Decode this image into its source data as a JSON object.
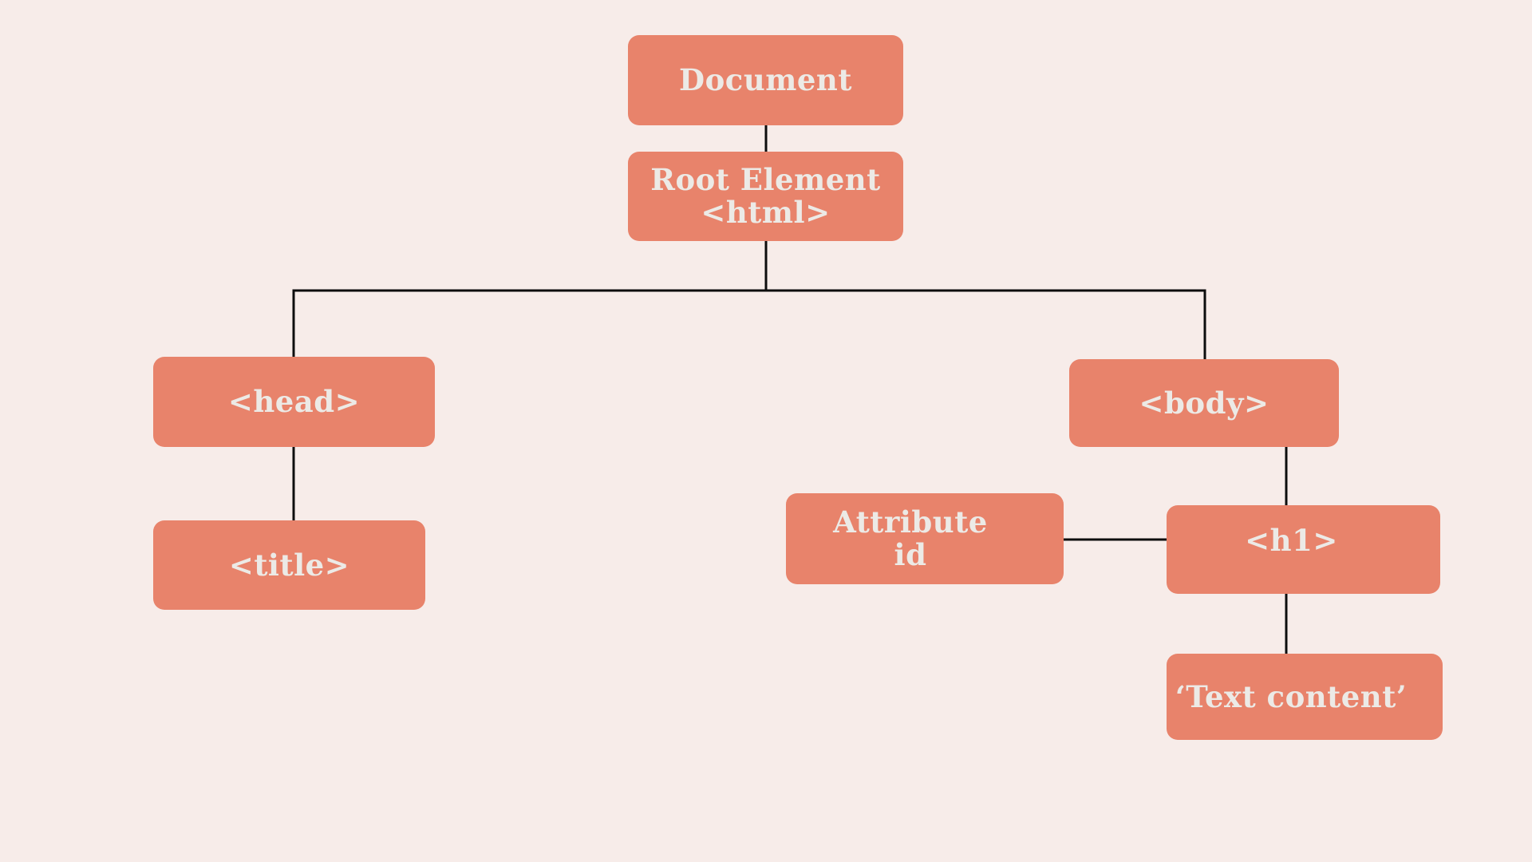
{
  "diagram": {
    "type": "tree",
    "background_color": "#f7ece9",
    "node_fill_color": "#e8836b",
    "node_text_color": "#eceae6",
    "connector_color": "#0d0d0d",
    "nodes": {
      "document": {
        "label": "Document"
      },
      "root_element": {
        "line1": "Root Element",
        "line2": "<html>"
      },
      "head": {
        "label": "<head>"
      },
      "title": {
        "label": "<title>"
      },
      "body": {
        "label": "<body>"
      },
      "attribute_id": {
        "line1": "Attribute",
        "line2": "id"
      },
      "h1": {
        "label": "<h1>"
      },
      "text_content": {
        "label": "‘Text content’"
      }
    },
    "edges": [
      {
        "from": "document",
        "to": "root_element"
      },
      {
        "from": "root_element",
        "to": "head"
      },
      {
        "from": "root_element",
        "to": "body"
      },
      {
        "from": "head",
        "to": "title"
      },
      {
        "from": "body",
        "to": "h1"
      },
      {
        "from": "attribute_id",
        "to": "h1"
      },
      {
        "from": "h1",
        "to": "text_content"
      }
    ]
  }
}
